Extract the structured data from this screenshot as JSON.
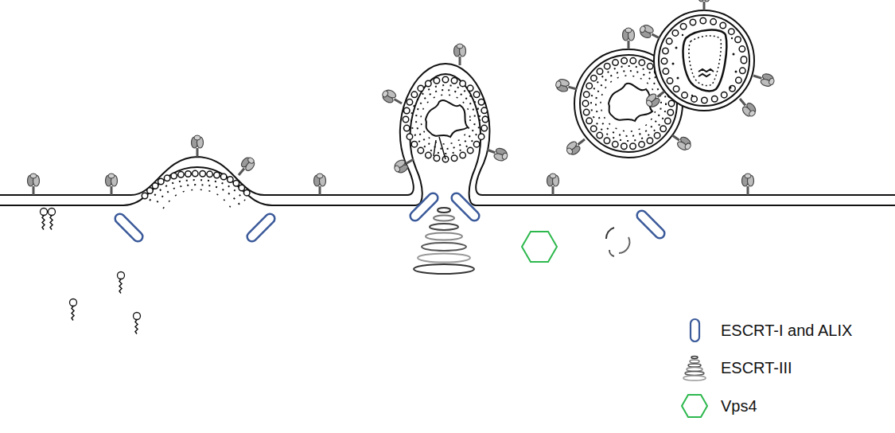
{
  "diagram": {
    "legend": [
      {
        "text": "ESCRT-I and ALIX"
      },
      {
        "text": "ESCRT-III"
      },
      {
        "text": "Vps4"
      }
    ]
  }
}
